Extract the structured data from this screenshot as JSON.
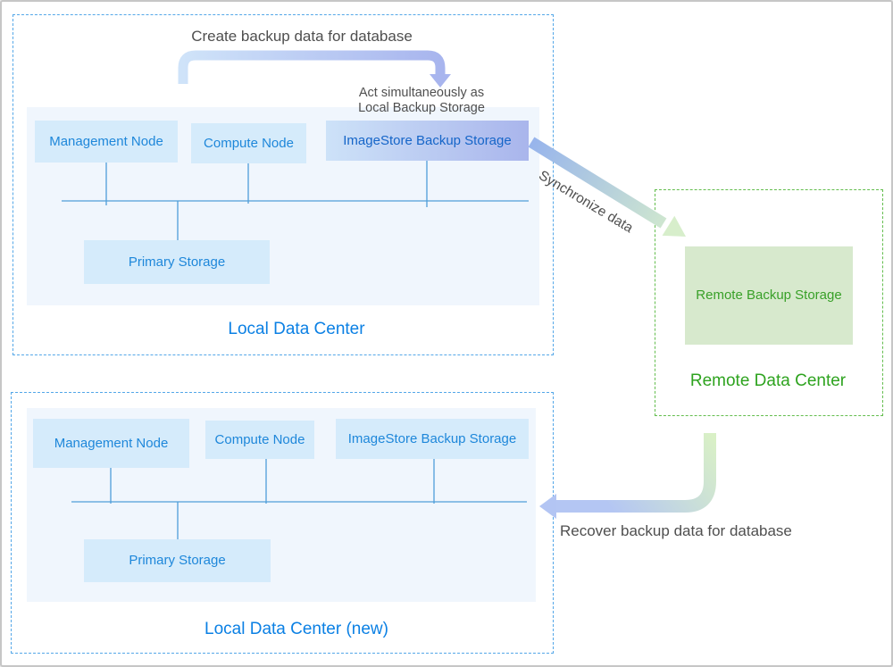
{
  "diagram": {
    "local_dc_top": {
      "title": "Local Data Center",
      "nodes": {
        "management": "Management Node",
        "compute": "Compute Node",
        "imagestore": "ImageStore Backup Storage",
        "primary": "Primary Storage"
      }
    },
    "local_dc_new": {
      "title": "Local Data Center (new)",
      "nodes": {
        "management": "Management Node",
        "compute": "Compute Node",
        "imagestore": "ImageStore Backup Storage",
        "primary": "Primary Storage"
      }
    },
    "remote_dc": {
      "title": "Remote Data Center",
      "nodes": {
        "remote_backup": "Remote Backup Storage"
      }
    },
    "annotations": {
      "create_backup": "Create backup data for database",
      "act_line1": "Act simultaneously as",
      "act_line2": "Local Backup Storage",
      "synchronize": "Synchronize data",
      "recover": "Recover backup data for database"
    },
    "colors": {
      "node_fill_blue": "#d5ebfb",
      "node_text_blue": "#1e87da",
      "dc_label_blue": "#0b80e4",
      "node_fill_green": "#d7e9cd",
      "green_text": "#38a028",
      "dashed_blue": "#54a7e8",
      "dashed_green": "#63bd4d",
      "panel_bg": "#f0f6fd",
      "bus_line": "#4f9ed9",
      "arrow_blue_light": "#cfe3f9",
      "arrow_periwinkle": "#a8b5ee",
      "arrow_green_light": "#d9f0c6",
      "note_gray": "#4f4f4f"
    }
  }
}
